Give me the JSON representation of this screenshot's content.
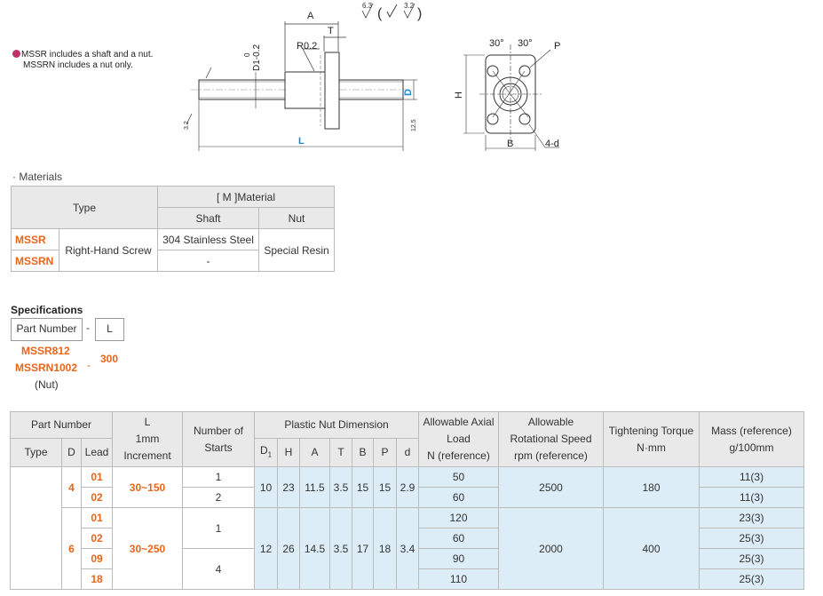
{
  "drawing": {
    "dim_A": "A",
    "dim_T": "T",
    "dim_R": "R0.2",
    "dim_D1": "D1-0.2",
    "dim_D1_tol": "0",
    "dim_D": "D",
    "dim_L": "L",
    "dim_H": "H",
    "dim_B": "B",
    "dim_P": "P",
    "dim_4d": "4-d",
    "angle_left": "30°",
    "angle_right": "30°",
    "rough_main": "6.3",
    "rough_paren": "3.2",
    "rough_left": "3.2",
    "rough_right": "12.5"
  },
  "note": {
    "line1": "MSSR includes a shaft and a nut.",
    "line2": "MSSRN includes a nut only."
  },
  "materials": {
    "title": "· Materials",
    "col_type": "Type",
    "col_material": "[ M ]Material",
    "col_shaft": "Shaft",
    "col_nut": "Nut",
    "rows": [
      {
        "code": "MSSR",
        "type": "Right-Hand Screw",
        "shaft": "304 Stainless Steel",
        "nut": "Special Resin"
      },
      {
        "code": "MSSRN",
        "shaft": "-"
      }
    ]
  },
  "specs": {
    "title": "Specifications",
    "pn_label": "Part Number",
    "dash": "-",
    "l_label": "L",
    "example_code1": "MSSR812",
    "example_code2": "MSSRN1002",
    "example_dash": "-",
    "example_l": "300",
    "example_note": "(Nut)"
  },
  "table": {
    "h_part_number": "Part Number",
    "h_type": "Type",
    "h_D": "D",
    "h_lead": "Lead",
    "h_L": "L",
    "h_L_sub1": "1mm",
    "h_L_sub2": "Increment",
    "h_starts1": "Number of",
    "h_starts2": "Starts",
    "h_plastic": "Plastic Nut Dimension",
    "h_D1": "D",
    "h_D1_sub": "1",
    "h_H": "H",
    "h_A": "A",
    "h_T": "T",
    "h_B": "B",
    "h_P": "P",
    "h_d": "d",
    "h_axial1": "Allowable Axial",
    "h_axial2": "Load",
    "h_axial3": "N (reference)",
    "h_speed1": "Allowable",
    "h_speed2": "Rotational Speed",
    "h_speed3": "rpm (reference)",
    "h_torque1": "Tightening Torque",
    "h_torque2": "N·mm",
    "h_mass1": "Mass (reference)",
    "h_mass2": "g/100mm",
    "group1": {
      "D": "4",
      "L": "30~150",
      "D1": "10",
      "H": "23",
      "A": "11.5",
      "T": "3.5",
      "B": "15",
      "P": "15",
      "d": "2.9",
      "speed": "2500",
      "torque": "180",
      "rows": [
        {
          "lead": "01",
          "starts": "1",
          "load": "50",
          "mass": "11(3)"
        },
        {
          "lead": "02",
          "starts": "2",
          "load": "60",
          "mass": "11(3)"
        }
      ]
    },
    "group2": {
      "D": "6",
      "L": "30~250",
      "D1": "12",
      "H": "26",
      "A": "14.5",
      "T": "3.5",
      "B": "17",
      "P": "18",
      "d": "3.4",
      "speed": "2000",
      "torque": "400",
      "starts_a": "1",
      "starts_b": "4",
      "rows": [
        {
          "lead": "01",
          "load": "120",
          "mass": "23(3)"
        },
        {
          "lead": "02",
          "load": "60",
          "mass": "25(3)"
        },
        {
          "lead": "09",
          "load": "90",
          "mass": "25(3)"
        },
        {
          "lead": "18",
          "load": "110",
          "mass": "25(3)"
        }
      ]
    }
  }
}
